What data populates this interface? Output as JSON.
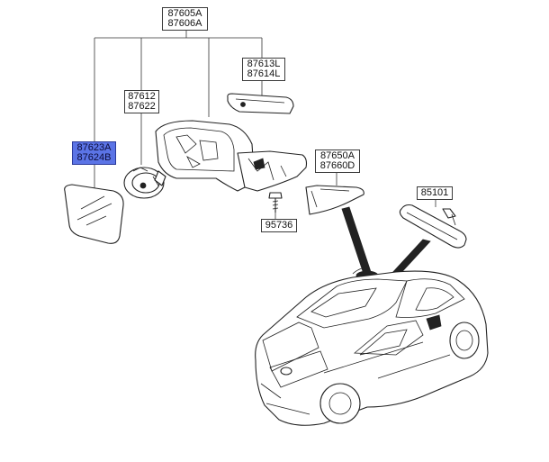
{
  "labels": {
    "top": [
      "87605A",
      "87606A"
    ],
    "cap": [
      "87613L",
      "87614L"
    ],
    "motor": [
      "87612",
      "87622"
    ],
    "glass": [
      "87623A",
      "87624B"
    ],
    "lamp": [
      "87650A",
      "87660D"
    ],
    "screw": "95736",
    "inner_mirror": "85101"
  },
  "colors": {
    "highlight": "#5b74e6",
    "line": "#222222"
  }
}
